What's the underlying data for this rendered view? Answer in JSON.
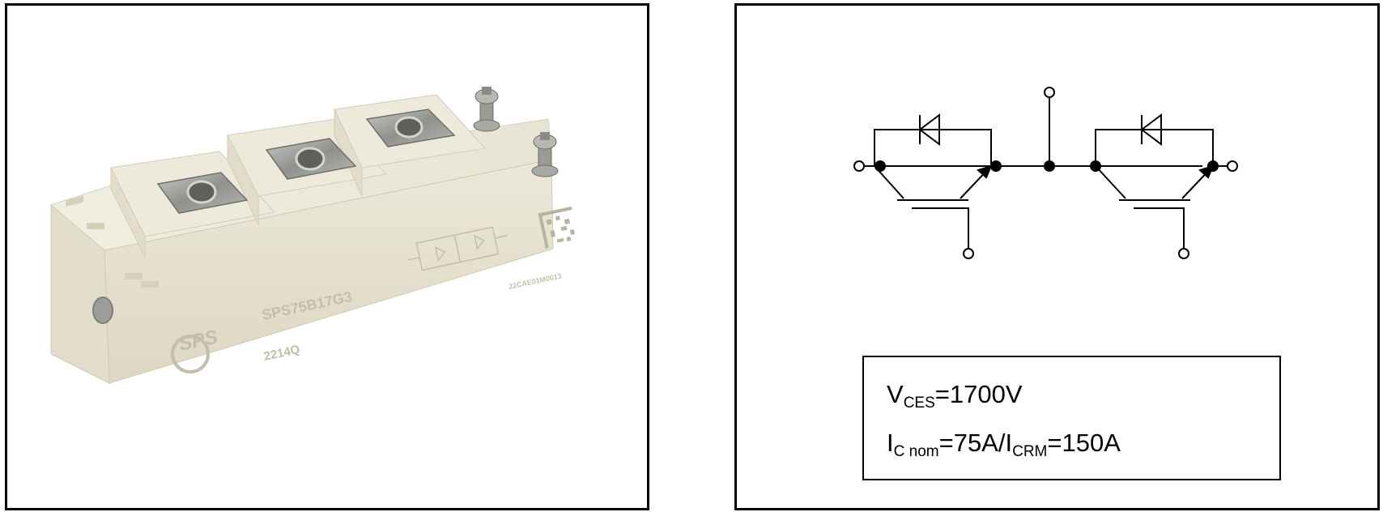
{
  "product_photo": {
    "model_label": "SPS75B17G3",
    "date_code": "2214Q",
    "serial_code": "22CAE01M0013",
    "logo_text": "SPS",
    "colors": {
      "housing": "#e9e4d2",
      "housing_shadow": "#d3ccb6",
      "terminal": "#a7a8a5",
      "print": "#c3bdaa"
    }
  },
  "specs": {
    "line1": {
      "symbol": "V",
      "subscript": "CES",
      "value": "=1700V"
    },
    "line2": {
      "symbol1": "I",
      "subscript1": "C nom",
      "value1": "=75A/",
      "symbol2": "I",
      "subscript2": "CRM",
      "value2": "=150A"
    }
  }
}
